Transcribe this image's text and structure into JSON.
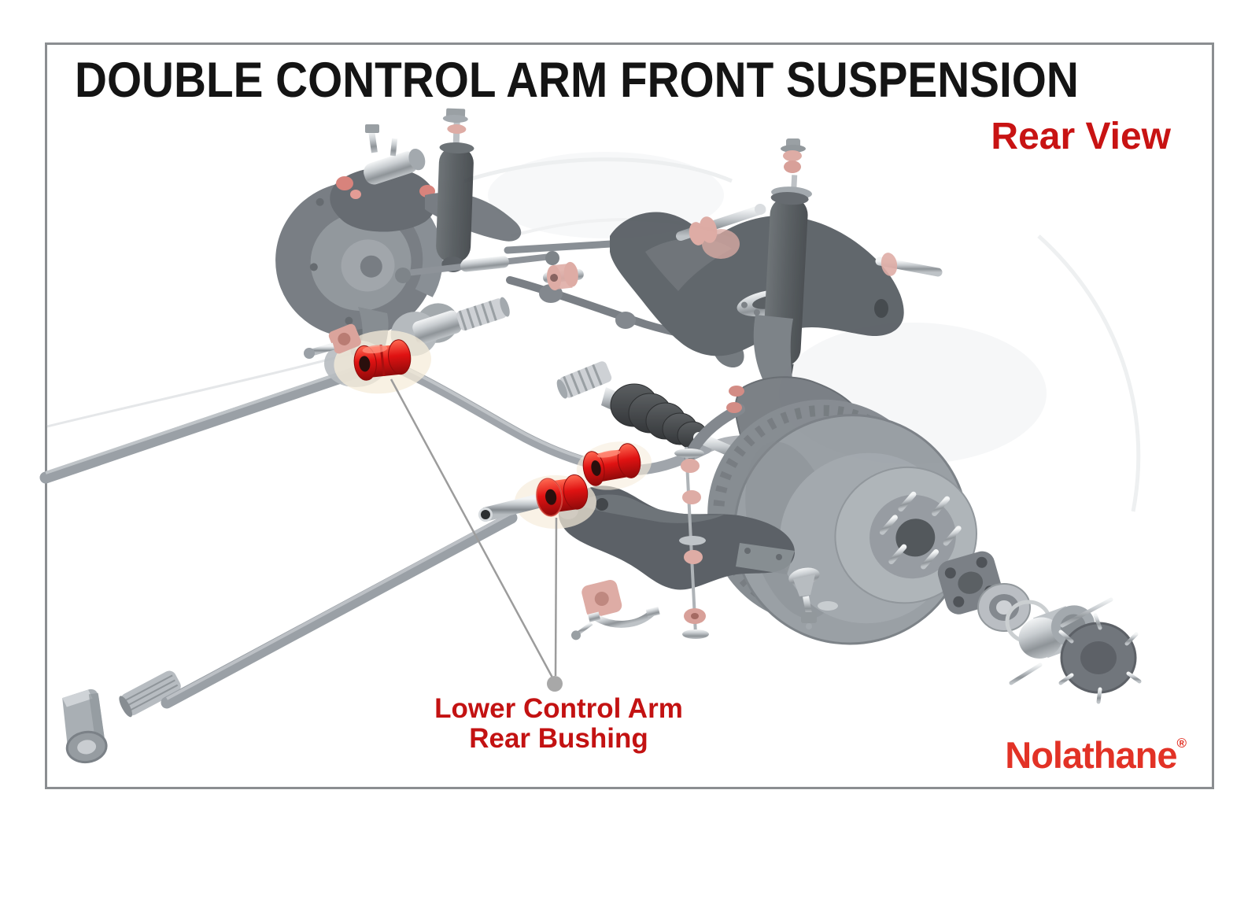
{
  "page": {
    "title": "DOUBLE CONTROL ARM FRONT SUSPENSION",
    "view_label": "Rear View"
  },
  "callout": {
    "line1": "Lower Control Arm",
    "line2": "Rear Bushing"
  },
  "brand": {
    "name": "Nolathane",
    "registered_mark": "®"
  },
  "colors": {
    "title_black": "#141414",
    "view_label_red": "#c81313",
    "callout_red": "#c31212",
    "logo_red": "#e23226",
    "highlight_bushing_red": "#e01212",
    "ghost_pink_bushing": "#dba49c",
    "metal_gray": "#9aa0a6",
    "frame_border_gray": "#8b8e91",
    "leader_line_gray": "#9c9c9c"
  },
  "diagram": {
    "highlighted_parts": [
      {
        "name": "lower-control-arm-rear-bushing-front",
        "color": "#e01212"
      },
      {
        "name": "lower-control-arm-rear-bushing-rear",
        "color": "#e01212"
      },
      {
        "name": "sway-bar-bushing",
        "color": "#e01212"
      }
    ]
  }
}
